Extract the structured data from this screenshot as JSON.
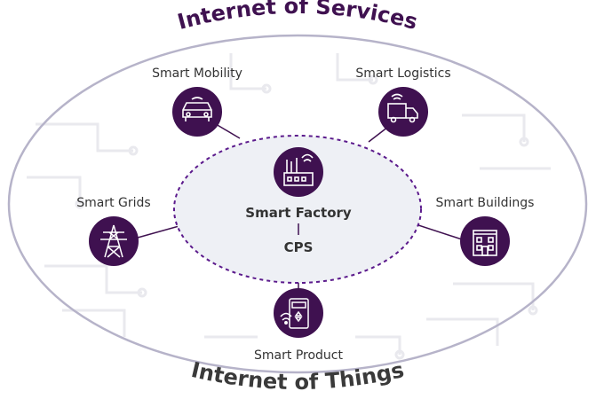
{
  "outer_title_top": "Internet of Services",
  "outer_title_bottom": "Internet of Things",
  "center": {
    "title": "Smart Factory",
    "subtitle": "CPS",
    "icon": "factory-icon"
  },
  "nodes": [
    {
      "id": "mobility",
      "label": "Smart Mobility",
      "icon": "car-icon"
    },
    {
      "id": "logistics",
      "label": "Smart Logistics",
      "icon": "truck-icon"
    },
    {
      "id": "grids",
      "label": "Smart Grids",
      "icon": "power-tower-icon"
    },
    {
      "id": "buildings",
      "label": "Smart Buildings",
      "icon": "building-icon"
    },
    {
      "id": "product",
      "label": "Smart Product",
      "icon": "device-icon"
    }
  ],
  "colors": {
    "accent": "#3f1150",
    "title_top": "#3f1150",
    "title_bottom": "#3a3a3a",
    "outer_ellipse_stroke": "#b6b3c9",
    "inner_fill": "#eef0f5",
    "dashed": "#5b1a8c",
    "circuit": "#e9e9ee"
  }
}
